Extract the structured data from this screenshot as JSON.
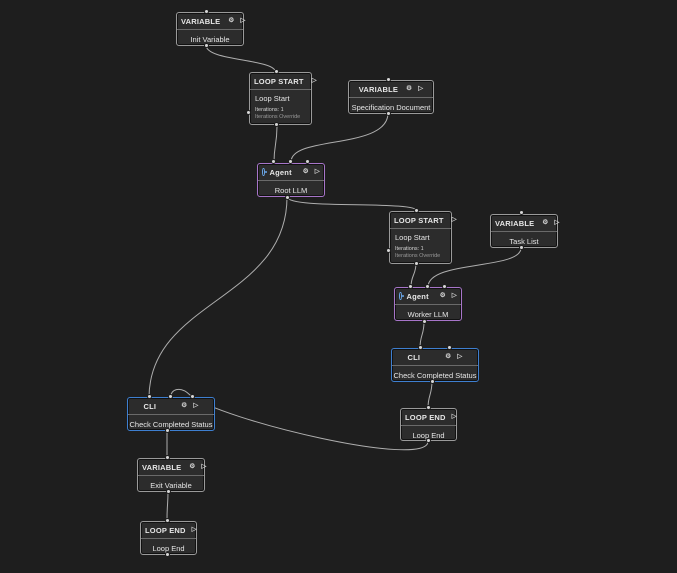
{
  "nodes": {
    "init_variable": {
      "type": "VARIABLE",
      "label": "Init Variable"
    },
    "loop_start_1": {
      "type": "LOOP START",
      "label": "Loop Start",
      "iterations": "Iterations: 1",
      "override": "Iterations Override"
    },
    "spec_document": {
      "type": "VARIABLE",
      "label": "Specification Document"
    },
    "root_agent": {
      "type": "Agent",
      "label": "Root LLM"
    },
    "loop_start_2": {
      "type": "LOOP START",
      "label": "Loop Start",
      "iterations": "Iterations: 1",
      "override": "Iterations Override"
    },
    "task_list": {
      "type": "VARIABLE",
      "label": "Task List"
    },
    "worker_agent": {
      "type": "Agent",
      "label": "Worker LLM"
    },
    "cli_inner": {
      "type": "CLI",
      "label": "Check Completed Status"
    },
    "loop_end_inner": {
      "type": "LOOP END",
      "label": "Loop End"
    },
    "cli_outer": {
      "type": "CLI",
      "label": "Check Completed Status"
    },
    "exit_variable": {
      "type": "VARIABLE",
      "label": "Exit Variable"
    },
    "loop_end_outer": {
      "type": "LOOP END",
      "label": "Loop End"
    }
  },
  "icons": {
    "settings": "gear-icon",
    "run": "play-icon",
    "agent": "agent-icon"
  },
  "colors": {
    "background": "#1e1e1e",
    "node_fill": "#2c2c2c",
    "node_border": "#9a9a9a",
    "agent_border": "#a775c9",
    "cli_border": "#3e7fd0",
    "edge": "#c8c8c8"
  }
}
